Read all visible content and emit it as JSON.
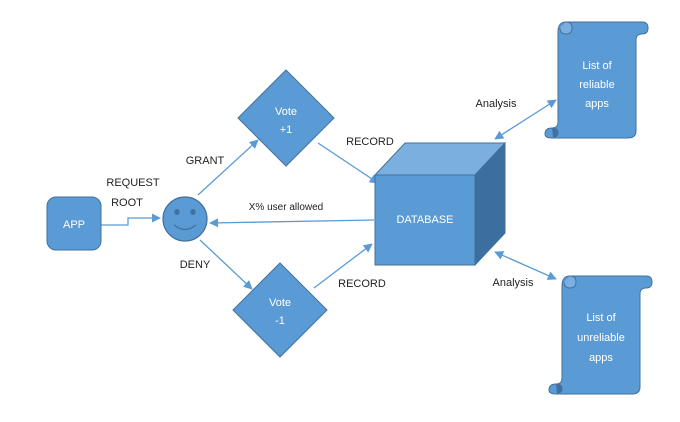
{
  "colors": {
    "fill": "#5b9bd5",
    "fill_light": "#7aafe0",
    "fill_dark": "#41719c",
    "fill_darker": "#3c6fa0",
    "stroke": "#41719c",
    "arrow": "#5b9bd5",
    "label_text": "#222222",
    "node_text": "#ffffff"
  },
  "nodes": {
    "app": {
      "label": "APP"
    },
    "smiley": {
      "icon": "smiley-face-icon"
    },
    "vote_up": {
      "line1": "Vote",
      "line2": "+1"
    },
    "vote_down": {
      "line1": "Vote",
      "line2": "-1"
    },
    "database": {
      "label": "DATABASE"
    },
    "reliable": {
      "line1": "List of",
      "line2": "reliable",
      "line3": "apps"
    },
    "unreliable": {
      "line1": "List of",
      "line2": "unreliable",
      "line3": "apps"
    }
  },
  "edges": {
    "request_line1": "REQUEST",
    "request_line2": "ROOT",
    "grant": "GRANT",
    "deny": "DENY",
    "record_top": "RECORD",
    "record_bottom": "RECORD",
    "allowed": "X% user allowed",
    "analysis_top": "Analysis",
    "analysis_bottom": "Analysis"
  }
}
